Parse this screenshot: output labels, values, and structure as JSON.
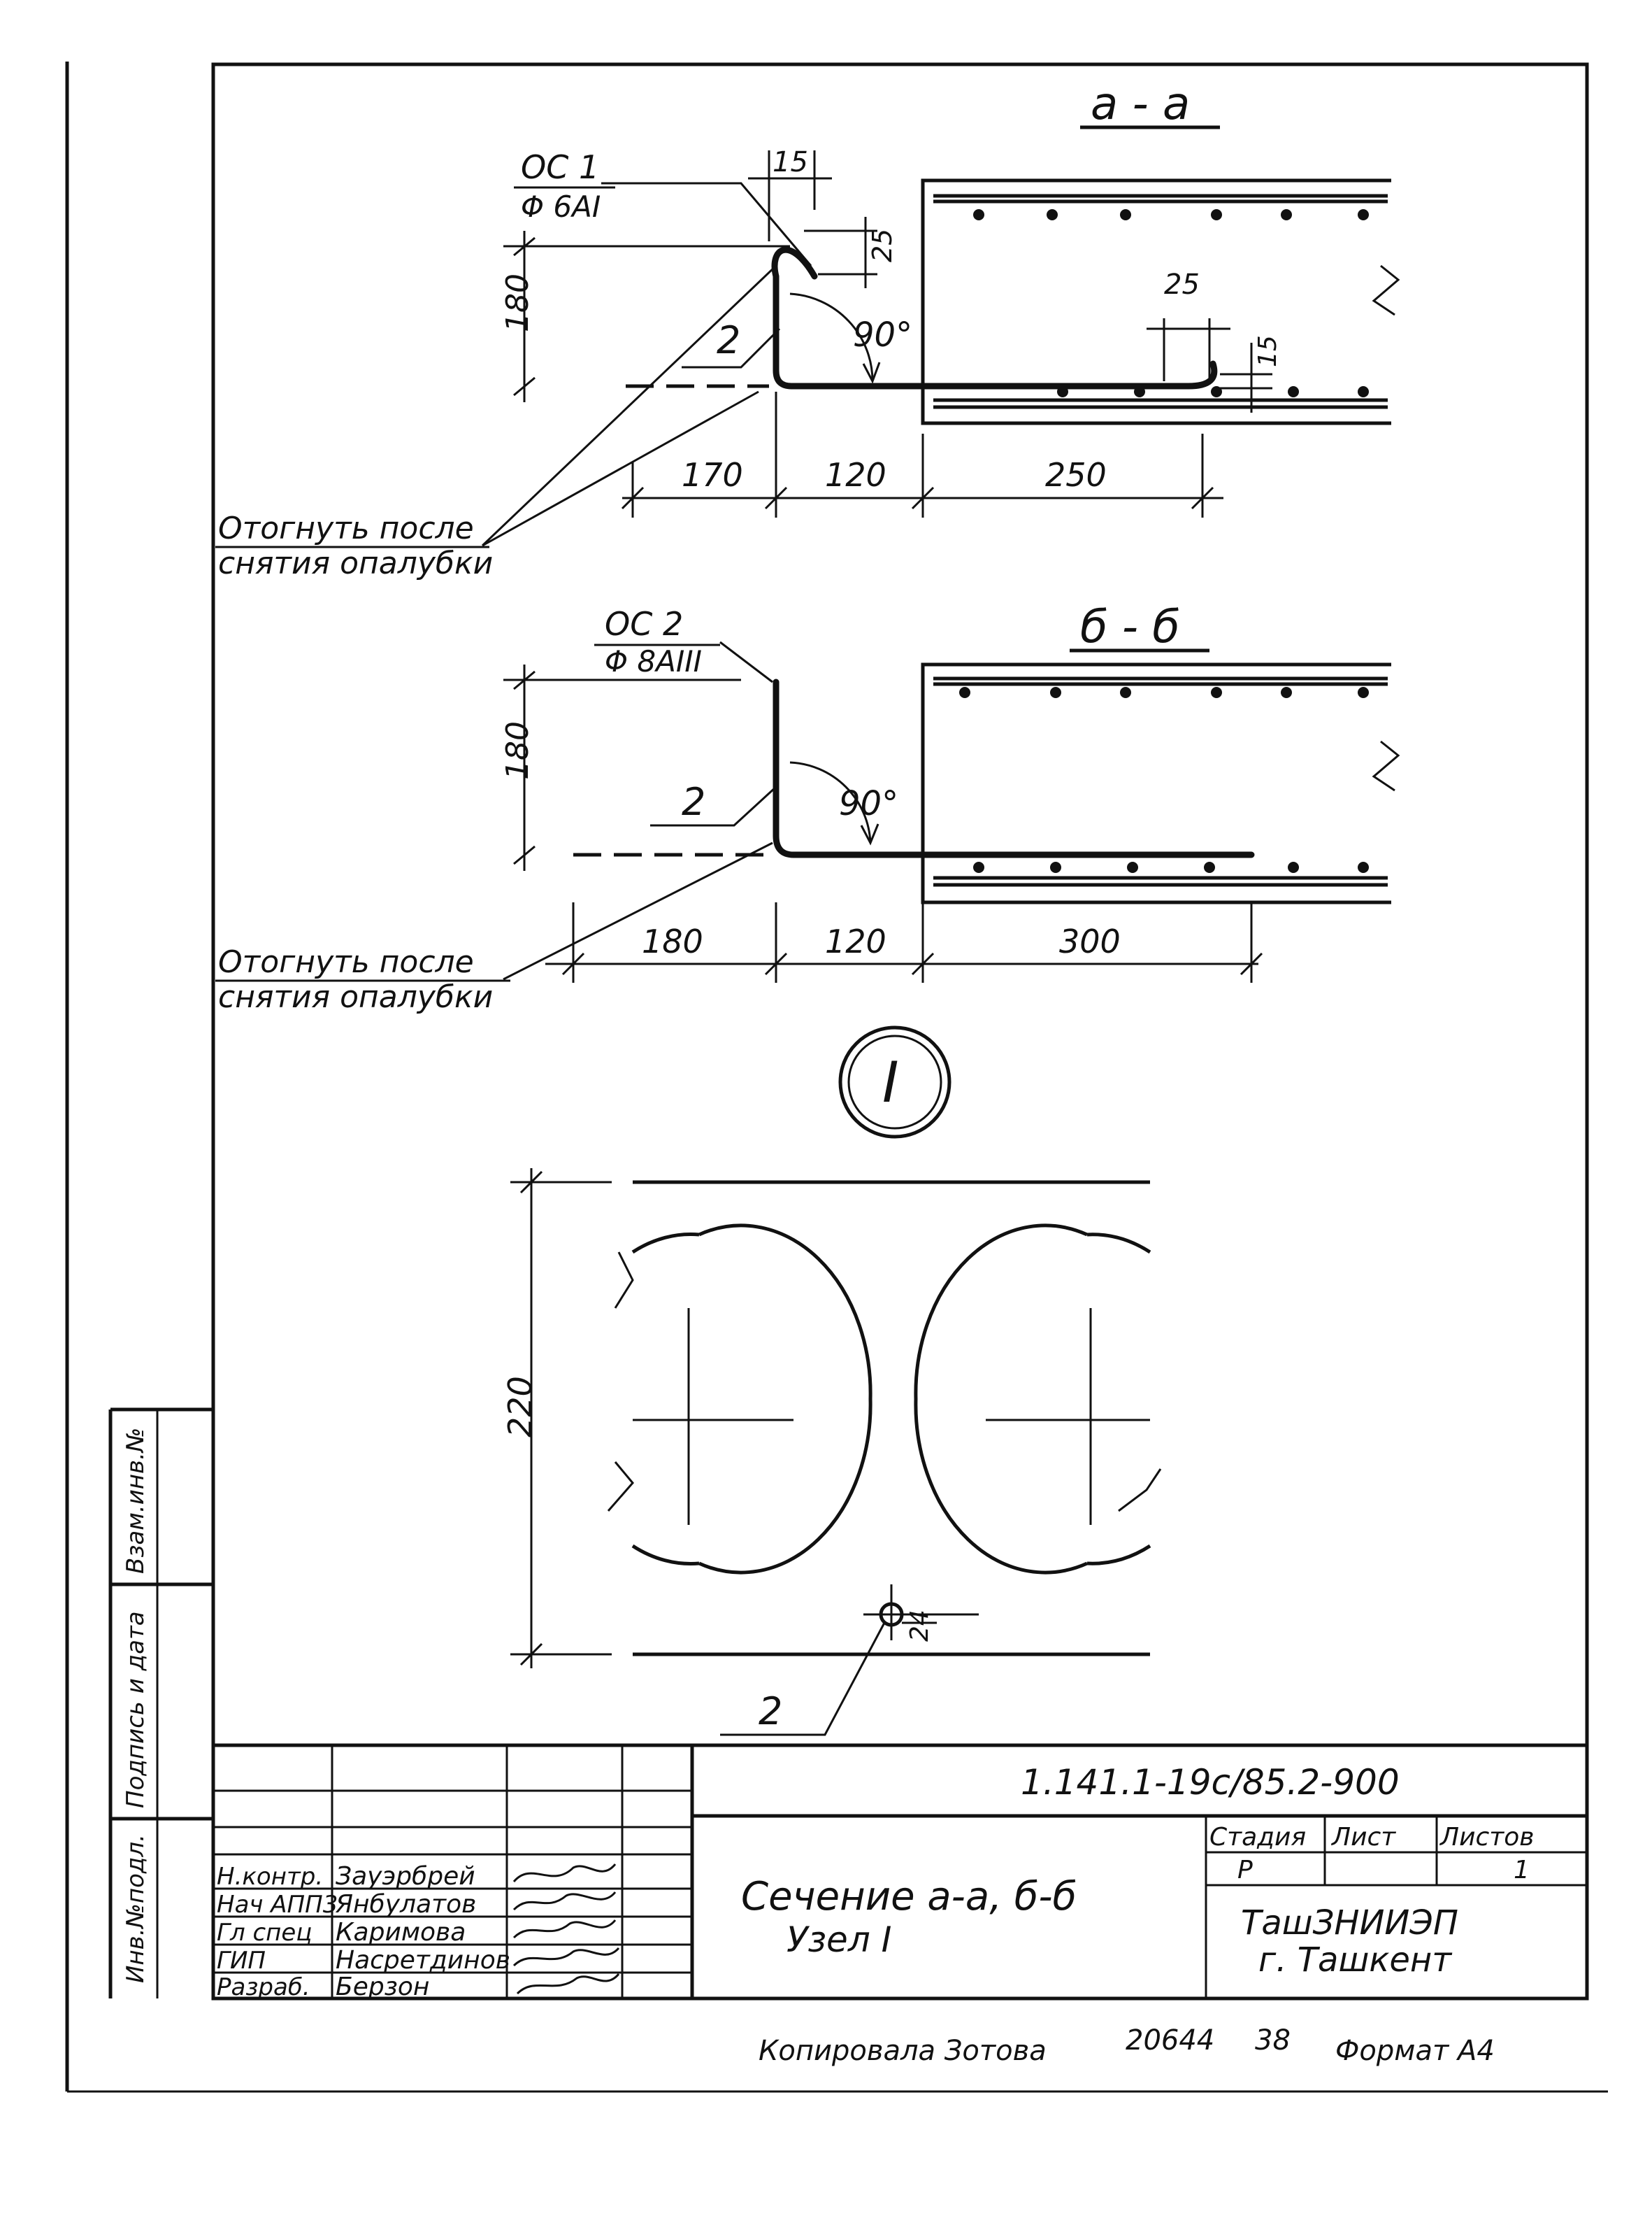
{
  "section_aa": {
    "title": "а - а",
    "rebar_mark": "ОС 1",
    "rebar_dia": "Φ 6АI",
    "pos": "2",
    "angle": "90°",
    "h": "180",
    "d15": "15",
    "d25v": "25",
    "d25": "25",
    "d15b": "15",
    "d170": "170",
    "d120": "120",
    "d250": "250",
    "note1": "Отогнуть после",
    "note2": "снятия опалубки"
  },
  "section_bb": {
    "title": "б - б",
    "rebar_mark": "ОС 2",
    "rebar_dia": "Φ 8АIII",
    "pos": "2",
    "angle": "90°",
    "h": "180",
    "d180": "180",
    "d120": "120",
    "d300": "300",
    "note1": "Отогнуть после",
    "note2": "снятия опалубки"
  },
  "node": {
    "label": "I",
    "h": "220",
    "hole": "24",
    "pos": "2"
  },
  "side": {
    "inv_orig": "Инв.№подл.",
    "sign_date": "Подпись и дата",
    "inv_repl": "Взам.инв.№"
  },
  "title_block": {
    "code": "1.141.1-19с/85.2-900",
    "roles": [
      "Н.контр.",
      "Нач АПП3",
      "Гл спец",
      "ГИП",
      "Разраб."
    ],
    "names": [
      "Зауэрбрей",
      "Янбулатов",
      "Каримова",
      "Насретдинов",
      "Берзон"
    ],
    "title_line1": "Сечение а-а, б-б",
    "title_line2": "Узел I",
    "stage_h": "Стадия",
    "sheet_h": "Лист",
    "sheets_h": "Листов",
    "stage": "Р",
    "sheet": "",
    "sheets": "1",
    "org1": "ТашЗНИИЭП",
    "org2": "г. Ташкент"
  },
  "footer": {
    "copied": "Копировала Зотова",
    "num": "20644",
    "page": "38",
    "format": "Формат А4"
  }
}
